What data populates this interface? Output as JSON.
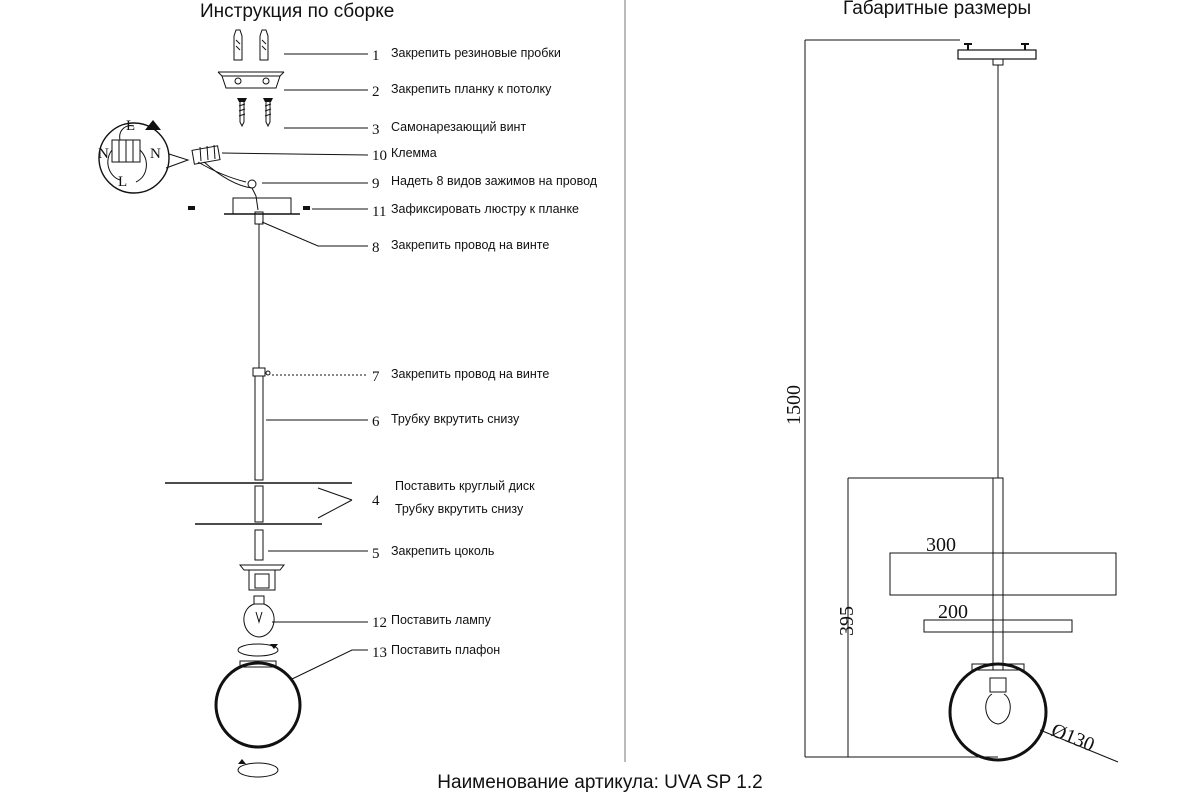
{
  "titles": {
    "assembly": "Инструкция по сборке",
    "dimensions": "Габаритные размеры"
  },
  "steps": [
    {
      "num": "1",
      "text": "Закрепить резиновые пробки"
    },
    {
      "num": "2",
      "text": "Закрепить планку к потолку"
    },
    {
      "num": "3",
      "text": "Самонарезающий винт"
    },
    {
      "num": "10",
      "text": "Клемма"
    },
    {
      "num": "9",
      "text": "Надеть 8 видов зажимов на провод"
    },
    {
      "num": "11",
      "text": "Зафиксировать люстру к планке"
    },
    {
      "num": "8",
      "text": "Закрепить провод на винте"
    },
    {
      "num": "7",
      "text": "Закрепить провод на винте"
    },
    {
      "num": "6",
      "text": "Трубку вкрутить снизу"
    },
    {
      "num": "4",
      "text": "Поставить круглый диск",
      "text2": "Трубку вкрутить снизу"
    },
    {
      "num": "5",
      "text": "Закрепить цоколь"
    },
    {
      "num": "12",
      "text": "Поставить лампу"
    },
    {
      "num": "13",
      "text": "Поставить плафон"
    }
  ],
  "wiring_letters": [
    "N",
    "L",
    "L",
    "N"
  ],
  "dimensions": {
    "total_height": "1500",
    "lower_height": "395",
    "disk_large": "300",
    "disk_small": "200",
    "globe": "Ø130"
  },
  "footer": "Наименование артикула: UVA SP 1.2"
}
